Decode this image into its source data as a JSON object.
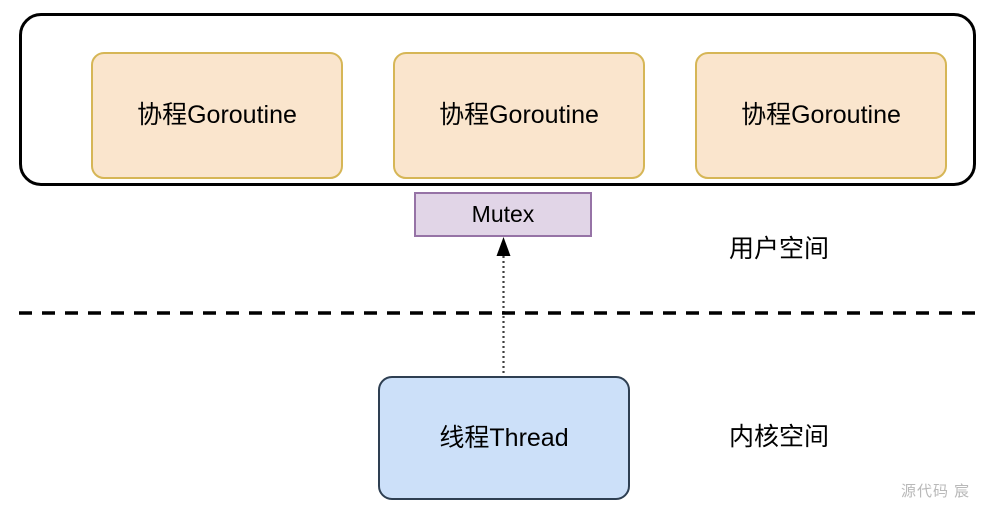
{
  "diagram": {
    "title": "Goroutine and Thread with Mutex across user space and kernel space",
    "userspace_container": {
      "name": "user-space-container"
    },
    "goroutines": [
      {
        "label": "协程Goroutine"
      },
      {
        "label": "协程Goroutine"
      },
      {
        "label": "协程Goroutine"
      }
    ],
    "mutex": {
      "label": "Mutex"
    },
    "thread": {
      "label": "线程Thread"
    },
    "space_labels": {
      "user": "用户空间",
      "kernel": "内核空间"
    },
    "connector": {
      "name": "thread-to-mutex-arrow",
      "style": "dotted",
      "direction": "up"
    },
    "boundary": {
      "name": "user-kernel-boundary",
      "style": "dashed"
    },
    "watermark": "源代码  宸",
    "colors": {
      "goroutine_fill": "#fae5cd",
      "goroutine_border": "#d6b656",
      "mutex_fill": "#e1d5e7",
      "mutex_border": "#9673a6",
      "thread_fill": "#cce0f9",
      "thread_border": "#2e3f52",
      "container_border": "#000000",
      "boundary_line": "#000000",
      "watermark": "#b9b9b9"
    }
  }
}
